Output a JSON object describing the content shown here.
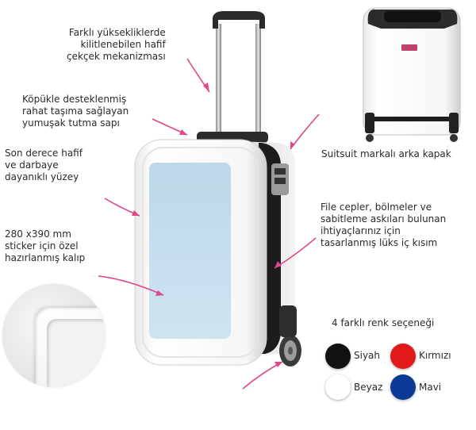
{
  "callouts": {
    "handle_mechanism": [
      "Farklı yüksekliklerde",
      "kilitlenebilen hafif",
      "çekçek mekanizması"
    ],
    "carry_handle": [
      "Köpükle desteklenmiş",
      "rahat taşıma sağlayan",
      "yumuşak tutma sapı"
    ],
    "surface": [
      "Son derece hafif",
      "ve darbaye",
      "dayanıklı yüzey"
    ],
    "sticker": [
      "280 x390 mm",
      "sticker için özel",
      "hazırlanmış kalıp"
    ],
    "back_cover": "Suitsuit markalı arka kapak",
    "interior": [
      "File cepler, bölmeler ve",
      "sabitleme askıları bulunan",
      "ihtiyaçlarınız için",
      "tasarlanmış lüks iç kısım"
    ]
  },
  "colors_section": {
    "title": "4 farklı renk seçeneği",
    "options": [
      {
        "label": "Siyah",
        "color": "#111111"
      },
      {
        "label": "Kırmızı",
        "color": "#e0191b"
      },
      {
        "label": "Beyaz",
        "color": "#ffffff"
      },
      {
        "label": "Mavi",
        "color": "#0a3a96"
      }
    ]
  },
  "accent": {
    "arrow": "#e0468c",
    "sticker_area": "#c3dced"
  }
}
